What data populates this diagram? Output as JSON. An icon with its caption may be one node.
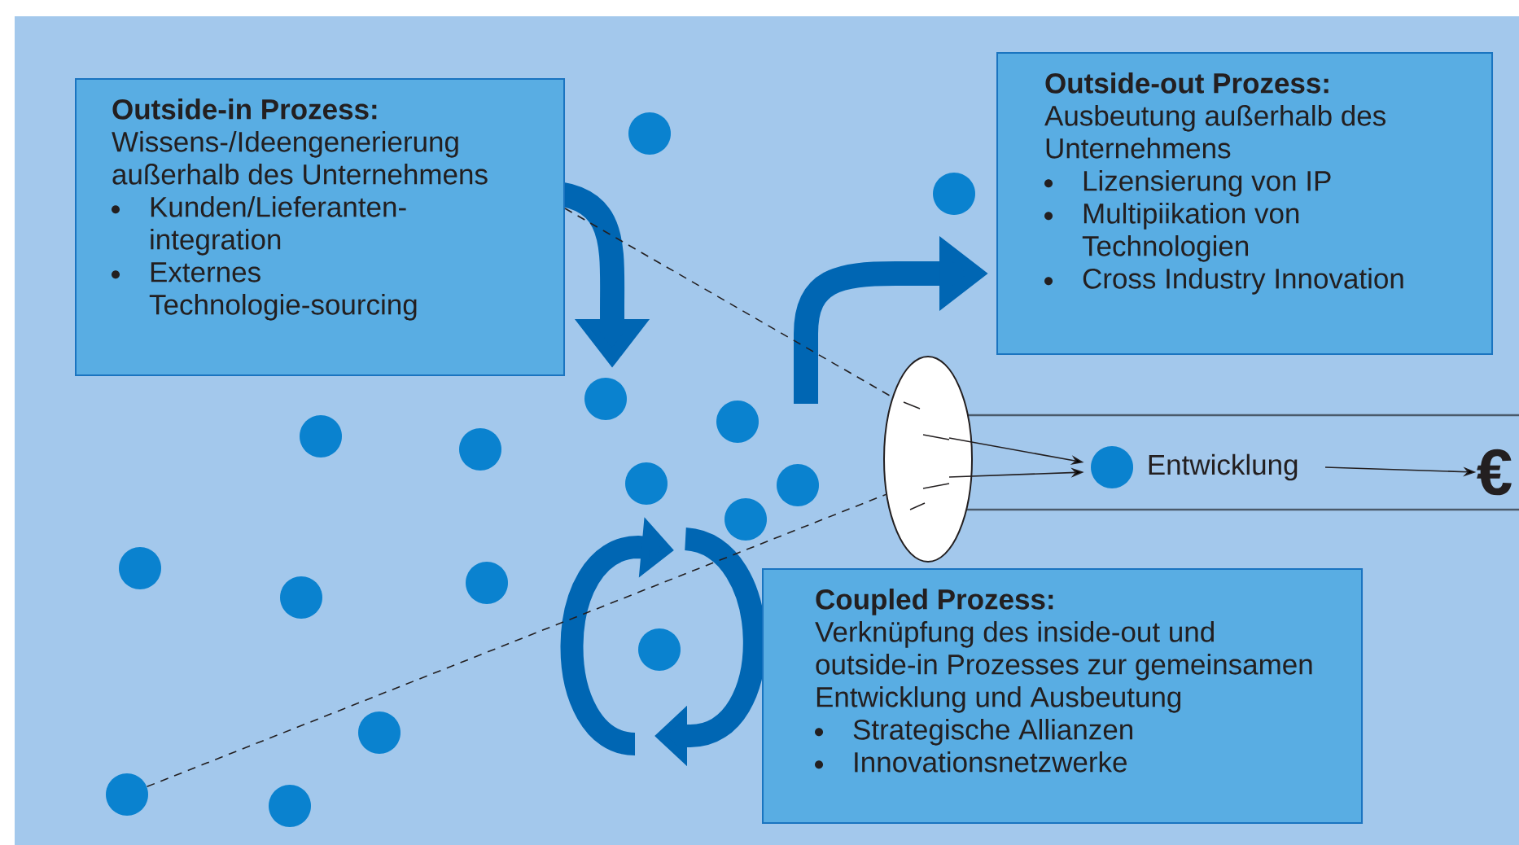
{
  "diagram": {
    "nodes": [
      {
        "text": [
          "Outside-in Prozess:",
          "Wissens-/Ideengenerierung außerhalb des Unternehmens",
          "Kunden/Lieferanten-integration",
          "Externes Technologie-sourcing"
        ]
      },
      {
        "text": [
          "Outside-out Prozess:",
          "Ausbeutung außerhalb des Unternehmens",
          "Lizensierung von IP",
          "Multipiikation von Technologien",
          "Cross Industry Innovation"
        ]
      },
      {
        "text": [
          "Coupled Prozess:",
          "Verknüpfung des inside-out und outside-in Prozesses zur gemeinsamen Entwicklung und Ausbeutung",
          "Strategische Allianzen",
          "Innovationsnetzwerke"
        ]
      },
      {
        "text": [],
        "shape": "ellipse"
      },
      {
        "text": [],
        "shape": "circle",
        "beside": [
          "Entwicklung"
        ]
      },
      {
        "text": [
          "€"
        ]
      },
      {
        "text": [],
        "shape": "circle"
      },
      {
        "text": [],
        "shape": "circle"
      },
      {
        "text": [],
        "shape": "circle"
      },
      {
        "text": [],
        "shape": "circle"
      },
      {
        "text": [],
        "shape": "circle"
      },
      {
        "text": [],
        "shape": "circle"
      },
      {
        "text": [],
        "shape": "circle"
      },
      {
        "text": [],
        "shape": "circle"
      },
      {
        "text": [],
        "shape": "circle"
      },
      {
        "text": [],
        "shape": "circle"
      },
      {
        "text": [],
        "shape": "circle"
      },
      {
        "text": [],
        "shape": "circle"
      },
      {
        "text": [],
        "shape": "circle"
      },
      {
        "text": [],
        "shape": "circle"
      },
      {
        "text": [],
        "shape": "circle"
      },
      {
        "text": [],
        "shape": "circle"
      }
    ],
    "edges": [
      {
        "from": 3,
        "to": 4,
        "arrow": "to"
      },
      {
        "from": 3,
        "to": 4,
        "arrow": "to"
      },
      {
        "from": 4,
        "to": 5,
        "arrow": "to"
      },
      {
        "from": 0,
        "to": 3,
        "arrow": "none",
        "style": "dashed"
      },
      {
        "from": 6,
        "to": 3,
        "arrow": "none",
        "style": "dashed"
      }
    ]
  }
}
